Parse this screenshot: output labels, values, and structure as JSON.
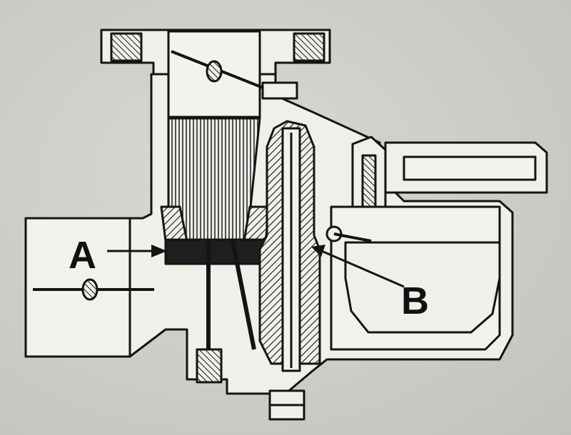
{
  "diagram": {
    "callouts": [
      {
        "id": "A",
        "label": "A"
      },
      {
        "id": "B",
        "label": "B"
      }
    ],
    "colors": {
      "ink": "#141414",
      "paper": "#f1efea",
      "background": "#cfcdc8"
    }
  }
}
